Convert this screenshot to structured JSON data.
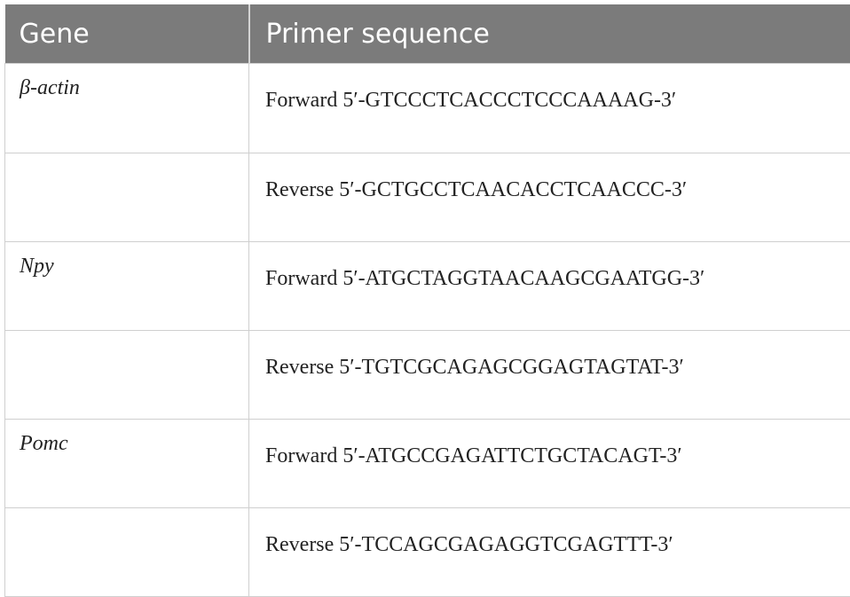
{
  "header": {
    "col_gene": "Gene",
    "col_primer": "Primer sequence"
  },
  "rows": [
    {
      "gene": "β-actin",
      "sequence": "Forward 5′-GTCCCTCACCCTCCCAAAAG-3′"
    },
    {
      "gene": "",
      "sequence": "Reverse 5′-GCTGCCTCAACACCTCAACCC-3′"
    },
    {
      "gene": "Npy",
      "sequence": "Forward 5′-ATGCTAGGTAACAAGCGAATGG-3′"
    },
    {
      "gene": "",
      "sequence": "Reverse 5′-TGTCGCAGAGCGGAGTAGTAT-3′"
    },
    {
      "gene": "Pomc",
      "sequence": "Forward 5′-ATGCCGAGATTCTGCTACAGT-3′"
    },
    {
      "gene": "",
      "sequence": "Reverse 5′-TCCAGCGAGAGGTCGAGTTT-3′"
    }
  ],
  "colors": {
    "header_background": "#7b7b7b",
    "header_text": "#ffffff",
    "grid_line": "#cfcfcf"
  }
}
